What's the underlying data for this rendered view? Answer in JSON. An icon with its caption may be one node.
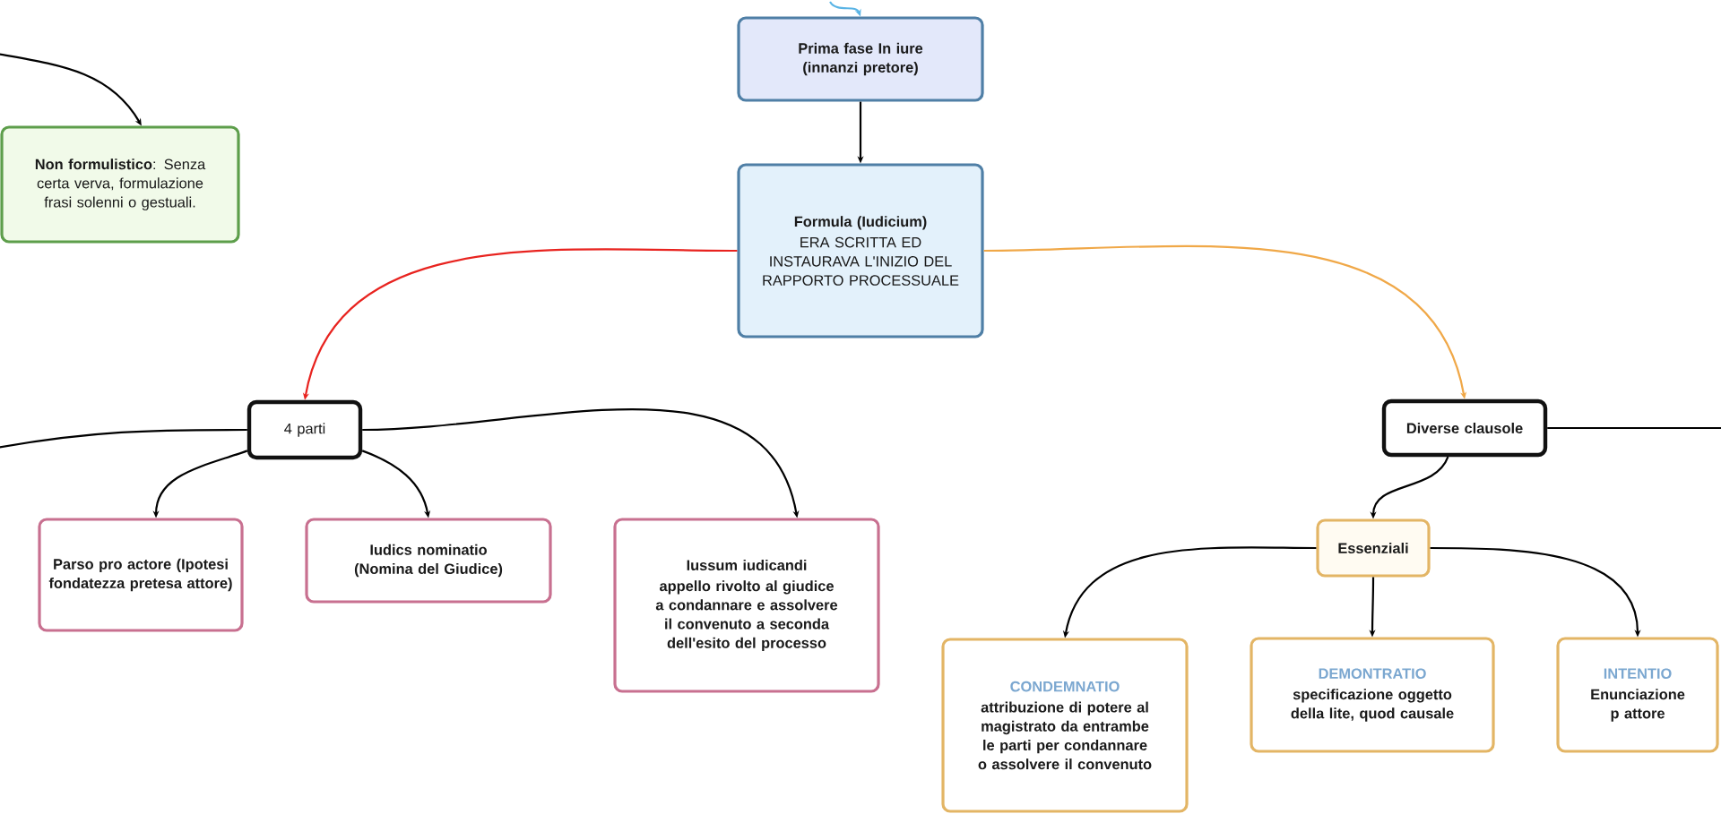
{
  "diagram": {
    "nodes": [
      {
        "text": [
          "Prima fase In iure (innanzi pretore)"
        ]
      },
      {
        "text": [
          "Formula (Iudicium)",
          "ERA SCRITTA ED INSTAURAVA L'INIZIO DEL RAPPORTO PROCESSUALE"
        ]
      },
      {
        "text": [
          "**Non formulistico**: Senza certa verva, formulazione frasi solenni o gestuali."
        ]
      },
      {
        "text": [
          "4 parti"
        ]
      },
      {
        "text": [
          "Parso pro actore (Ipotesi fondatezza pretesa attore)"
        ]
      },
      {
        "text": [
          "Iudics nominatio (Nomina del Giudice)"
        ]
      },
      {
        "text": [
          "Iussum iudicandi",
          "appello rivolto al giudice a condannare e assolvere il convenuto a seconda dell'esito del processo"
        ]
      },
      {
        "text": [
          "Diverse clausole"
        ]
      },
      {
        "text": [
          "Essenziali"
        ]
      },
      {
        "text": [
          "CONDEMNATIO",
          "attribuzione di potere al magistrato da entrambe le parti per condannare o assolvere il convenuto"
        ]
      },
      {
        "text": [
          "DEMONTRATIO",
          "specificazione oggetto della lite, quod causale"
        ]
      },
      {
        "text": [
          "INTENTIO",
          "Enunciazione p attore"
        ]
      }
    ],
    "edges": [
      {
        "from": null,
        "to": 0,
        "arrow": "to",
        "color": "#5ab4e5"
      },
      {
        "from": 0,
        "to": 1,
        "arrow": "to"
      },
      {
        "from": null,
        "to": 2,
        "arrow": "to"
      },
      {
        "from": 1,
        "to": 3,
        "arrow": "to",
        "color": "#e8231f"
      },
      {
        "from": 1,
        "to": 7,
        "arrow": "to",
        "color": "#f0a848"
      },
      {
        "from": 3,
        "to": null,
        "arrow": "none"
      },
      {
        "from": 3,
        "to": 4,
        "arrow": "to"
      },
      {
        "from": 3,
        "to": 5,
        "arrow": "to"
      },
      {
        "from": 3,
        "to": 6,
        "arrow": "to"
      },
      {
        "from": 7,
        "to": null,
        "arrow": "none"
      },
      {
        "from": 7,
        "to": 8,
        "arrow": "to"
      },
      {
        "from": 8,
        "to": 9,
        "arrow": "to"
      },
      {
        "from": 8,
        "to": 10,
        "arrow": "to"
      },
      {
        "from": 8,
        "to": 11,
        "arrow": "to"
      }
    ]
  }
}
